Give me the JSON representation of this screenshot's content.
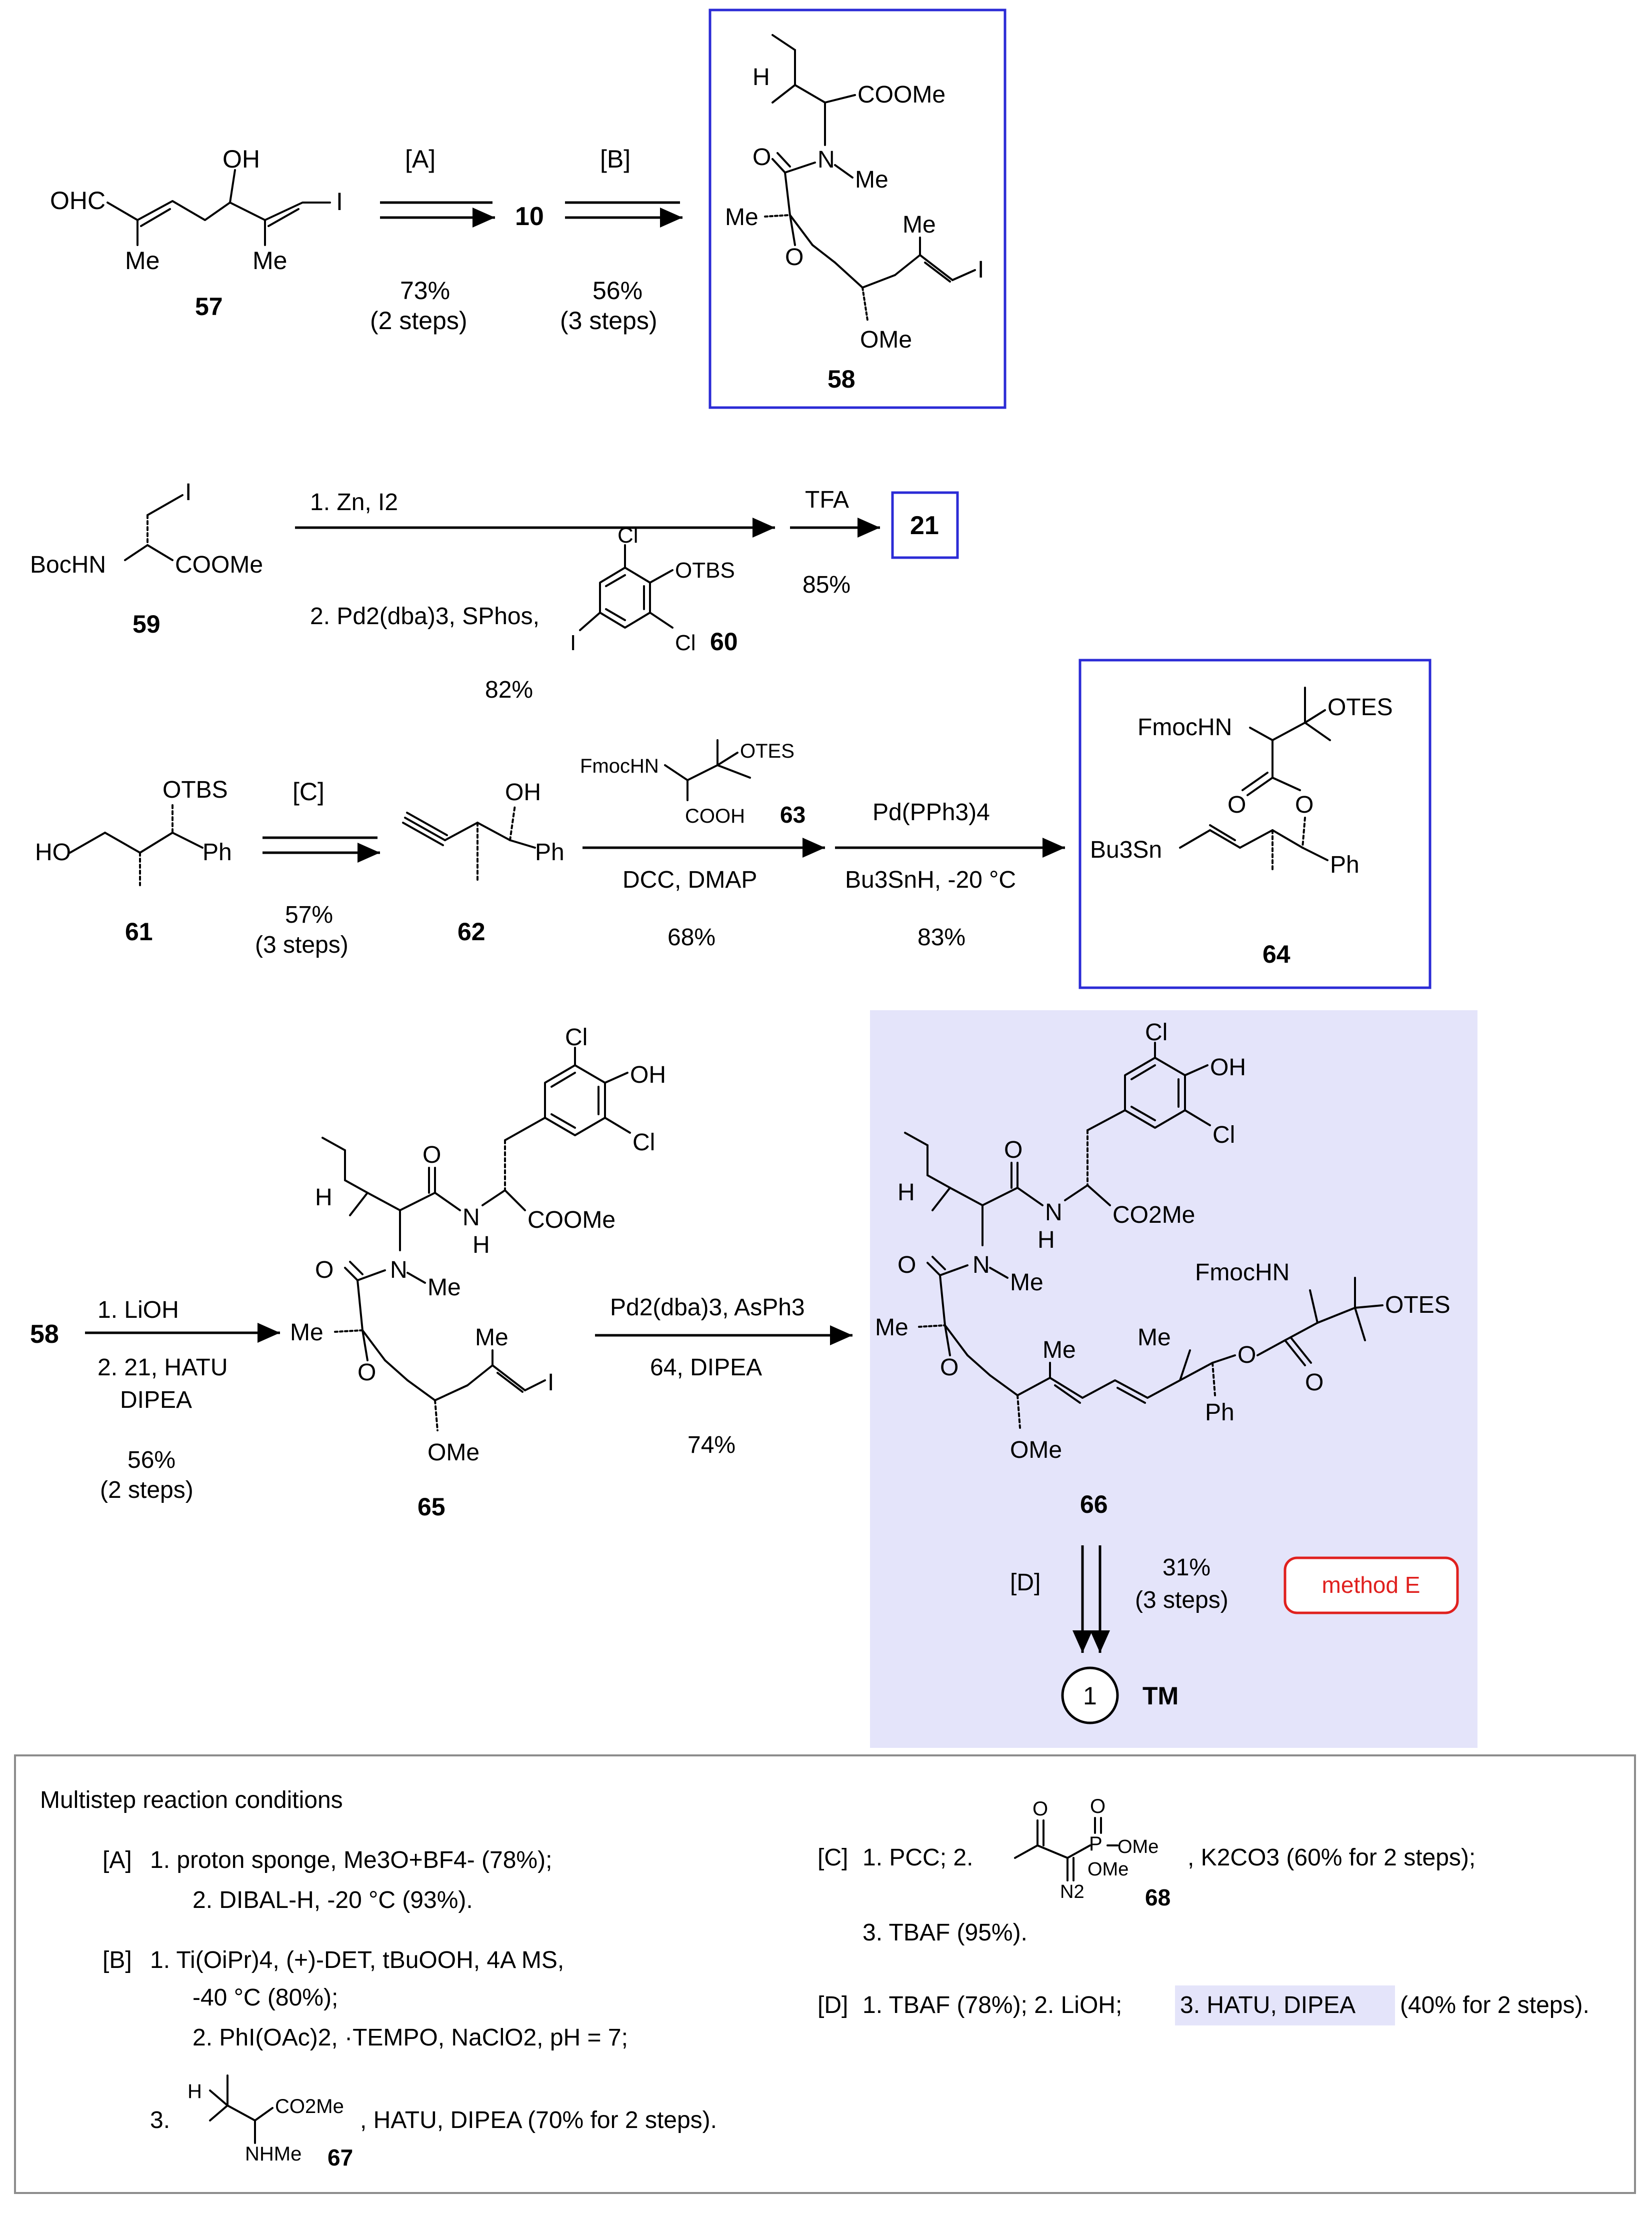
{
  "row1": {
    "sm_label": "57",
    "sm_groups": {
      "cho": "OHC",
      "oh": "OH",
      "me1": "Me",
      "me2": "Me",
      "i": "I"
    },
    "step_a": {
      "label": "[A]",
      "yield": "73%",
      "steps": "(2 steps)"
    },
    "intermediate": "10",
    "step_b": {
      "label": "[B]",
      "yield": "56%",
      "steps": "(3 steps)"
    },
    "product_label": "58",
    "product_groups": {
      "h": "H",
      "coome": "COOMe",
      "o": "O",
      "n": "N",
      "nme": "Me",
      "me_left": "Me",
      "ep_o": "O",
      "me_vinyl": "Me",
      "i": "I",
      "ome": "OMe"
    }
  },
  "row2": {
    "sm_label": "59",
    "sm_groups": {
      "i": "I",
      "bochn": "BocHN",
      "coome": "COOMe"
    },
    "cond1": "1. Zn, I2",
    "cond2": "2. Pd2(dba)3, SPhos,",
    "reagent_label": "60",
    "reagent_groups": {
      "cl_top": "Cl",
      "otbs": "OTBS",
      "i": "I",
      "cl_bottom": "Cl"
    },
    "yield1": "82%",
    "step2": {
      "label": "TFA",
      "yield": "85%"
    },
    "product_label": "21"
  },
  "row3": {
    "sm_label": "61",
    "sm_groups": {
      "otbs": "OTBS",
      "ho": "HO",
      "ph": "Ph"
    },
    "step_c": {
      "label": "[C]",
      "yield": "57%",
      "steps": "(3 steps)"
    },
    "int_label": "62",
    "int_groups": {
      "oh": "OH",
      "ph": "Ph"
    },
    "reagent_label": "63",
    "reagent_groups": {
      "fmochn": "FmocHN",
      "otes": "OTES",
      "cooh": "COOH"
    },
    "cond_couple": "DCC, DMAP",
    "yield_couple": "68%",
    "cond_hydro_1": "Pd(PPh3)4",
    "cond_hydro_2": "Bu3SnH, -20 °C",
    "yield_hydro": "83%",
    "product_label": "64",
    "product_groups": {
      "fmochn": "FmocHN",
      "otes": "OTES",
      "o_carbonyl": "O",
      "o_ester": "O",
      "bu3sn": "Bu3Sn",
      "ph": "Ph"
    }
  },
  "row4": {
    "sm_label": "58",
    "cond1": "1. LiOH",
    "cond2": "2. 21, HATU",
    "cond3": "DIPEA",
    "yield": "56%",
    "steps": "(2 steps)",
    "int_label": "65",
    "int_groups": {
      "cl1": "Cl",
      "oh": "OH",
      "cl2": "Cl",
      "h": "H",
      "o": "O",
      "nh": "N",
      "h2": "H",
      "coome": "COOMe",
      "o2": "O",
      "n": "N",
      "nme": "Me",
      "me_left": "Me",
      "ep_o": "O",
      "me_vinyl": "Me",
      "i": "I",
      "ome": "OMe"
    },
    "cond_stille_1": "Pd2(dba)3, AsPh3",
    "cond_stille_2": "64, DIPEA",
    "yield_stille": "74%",
    "product_label": "66",
    "product_groups": {
      "cl1": "Cl",
      "oh": "OH",
      "cl2": "Cl",
      "h": "H",
      "o": "O",
      "nh": "N",
      "h2": "H",
      "co2me": "CO2Me",
      "o2": "O",
      "n": "N",
      "nme": "Me",
      "fmochn": "FmocHN",
      "otes": "OTES",
      "me_left": "Me",
      "ep_o": "O",
      "me_vinyl": "Me",
      "me_chain": "Me",
      "o_ester": "O",
      "o_carbonyl": "O",
      "ph": "Ph",
      "ome": "OMe"
    },
    "step_d": {
      "label": "[D]",
      "yield": "31%",
      "steps": "(3 steps)"
    },
    "method": "method E",
    "target_number": "1",
    "target_label": "TM"
  },
  "conditions_box": {
    "title": "Multistep reaction conditions",
    "A_label": "[A]",
    "A1": "1. proton sponge, Me3O+BF4- (78%);",
    "A2": "2. DIBAL-H, -20 °C (93%).",
    "B_label": "[B]",
    "B1": "1. Ti(OiPr)4, (+)-DET, tBuOOH, 4A MS,",
    "B1b": "-40 °C (80%);",
    "B2": "2. PhI(OAc)2, ·TEMPO, NaClO2, pH = 7;",
    "B3_num": "3.",
    "B3_rest": ", HATU, DIPEA (70% for 2 steps).",
    "B3_label": "67",
    "B3_groups": {
      "h": "H",
      "co2me": "CO2Me",
      "nhme": "NHMe"
    },
    "C_label": "[C]",
    "C1": "1. PCC; 2.",
    "C1_rest": ", K2CO3 (60% for 2 steps);",
    "C_label_68": "68",
    "C_groups": {
      "o1": "O",
      "o2": "O",
      "p": "P",
      "ome1": "OMe",
      "ome2": "OMe",
      "n2": "N2"
    },
    "C3": "3. TBAF (95%).",
    "D_label": "[D]",
    "D1": "1. TBAF (78%); 2. LiOH;",
    "D_highlight": "3. HATU, DIPEA",
    "D_rest": "(40% for 2 steps)."
  },
  "colors": {
    "blue_box": "#2b2bd6",
    "highlight": "#e4e4fa",
    "method_red": "#e0201e",
    "cond_border": "#8c8c8c"
  }
}
